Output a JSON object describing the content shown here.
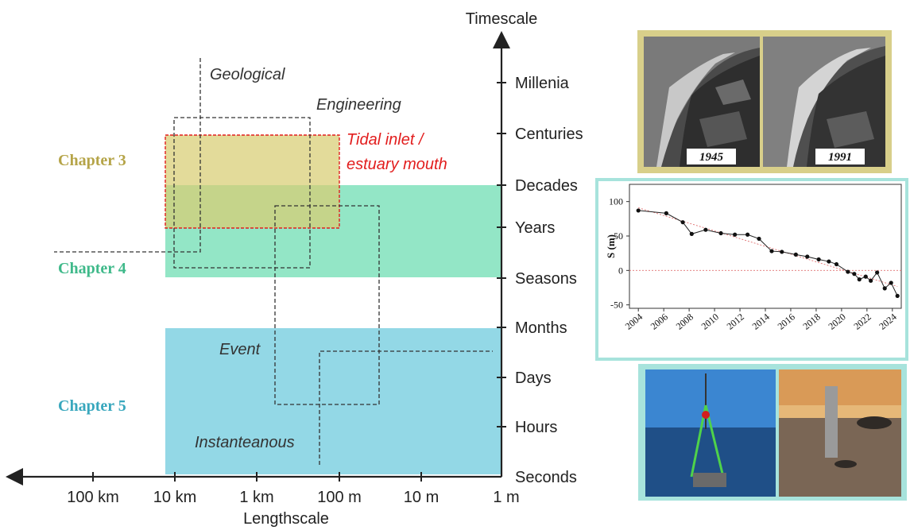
{
  "diagram": {
    "timescale_axis": {
      "title": "Timescale",
      "ticks": [
        "Millenia",
        "Centuries",
        "Decades",
        "Years",
        "Seasons",
        "Months",
        "Days",
        "Hours",
        "Seconds"
      ]
    },
    "lengthscale_axis": {
      "title": "Lengthscale",
      "ticks": [
        "100 km",
        "10 km",
        "1 km",
        "100 m",
        "10 m",
        "1 m"
      ]
    },
    "scale_labels": {
      "geological": "Geological",
      "engineering": "Engineering",
      "event": "Event",
      "instantaneous": "Instanteanous",
      "tidal_inlet_line1": "Tidal inlet /",
      "tidal_inlet_line2": "estuary mouth"
    },
    "chapters": [
      {
        "label": "Chapter 3",
        "color": "#b5a448"
      },
      {
        "label": "Chapter 4",
        "color": "#3fb98a"
      },
      {
        "label": "Chapter 5",
        "color": "#38a7bd"
      }
    ],
    "colors": {
      "chapter3_fill": "#e3d88e",
      "chapter4_fill": "#93e6c6",
      "chapter5_fill": "#93d8e6",
      "tidal_outline": "#e21e1e",
      "photo_frame": "#d8cf8a",
      "panel_frame": "#a7e3dc"
    }
  },
  "aerial_panel": {
    "photo_left_year": "1945",
    "photo_right_year": "1991"
  },
  "chart_data": {
    "type": "line",
    "ylabel": "S (m)",
    "x_tick_labels": [
      "2004",
      "2006",
      "2008",
      "2010",
      "2012",
      "2014",
      "2016",
      "2018",
      "2020",
      "2022",
      "2024"
    ],
    "y_tick_labels": [
      "100",
      "50",
      "0",
      "-50"
    ],
    "ylim": [
      -55,
      125
    ],
    "xlim": [
      2003.3,
      2024.7
    ],
    "zero_line": true,
    "trend_line": true,
    "points": [
      {
        "x": 2004.0,
        "y": 87
      },
      {
        "x": 2006.2,
        "y": 83
      },
      {
        "x": 2007.5,
        "y": 70
      },
      {
        "x": 2008.2,
        "y": 53
      },
      {
        "x": 2009.3,
        "y": 59
      },
      {
        "x": 2010.5,
        "y": 54
      },
      {
        "x": 2011.6,
        "y": 52
      },
      {
        "x": 2012.6,
        "y": 52
      },
      {
        "x": 2013.5,
        "y": 46
      },
      {
        "x": 2014.5,
        "y": 28
      },
      {
        "x": 2015.3,
        "y": 27
      },
      {
        "x": 2016.4,
        "y": 23
      },
      {
        "x": 2017.3,
        "y": 20
      },
      {
        "x": 2018.2,
        "y": 16
      },
      {
        "x": 2019.0,
        "y": 13
      },
      {
        "x": 2019.6,
        "y": 9
      },
      {
        "x": 2020.5,
        "y": -2
      },
      {
        "x": 2021.0,
        "y": -5
      },
      {
        "x": 2021.4,
        "y": -13
      },
      {
        "x": 2021.9,
        "y": -9
      },
      {
        "x": 2022.3,
        "y": -15
      },
      {
        "x": 2022.8,
        "y": -3
      },
      {
        "x": 2023.4,
        "y": -26
      },
      {
        "x": 2023.9,
        "y": -18
      },
      {
        "x": 2024.4,
        "y": -37
      }
    ]
  },
  "field_photos": {
    "left": "instrument-deployment-at-sea",
    "right": "instrument-pole-on-beach-at-sunset"
  }
}
